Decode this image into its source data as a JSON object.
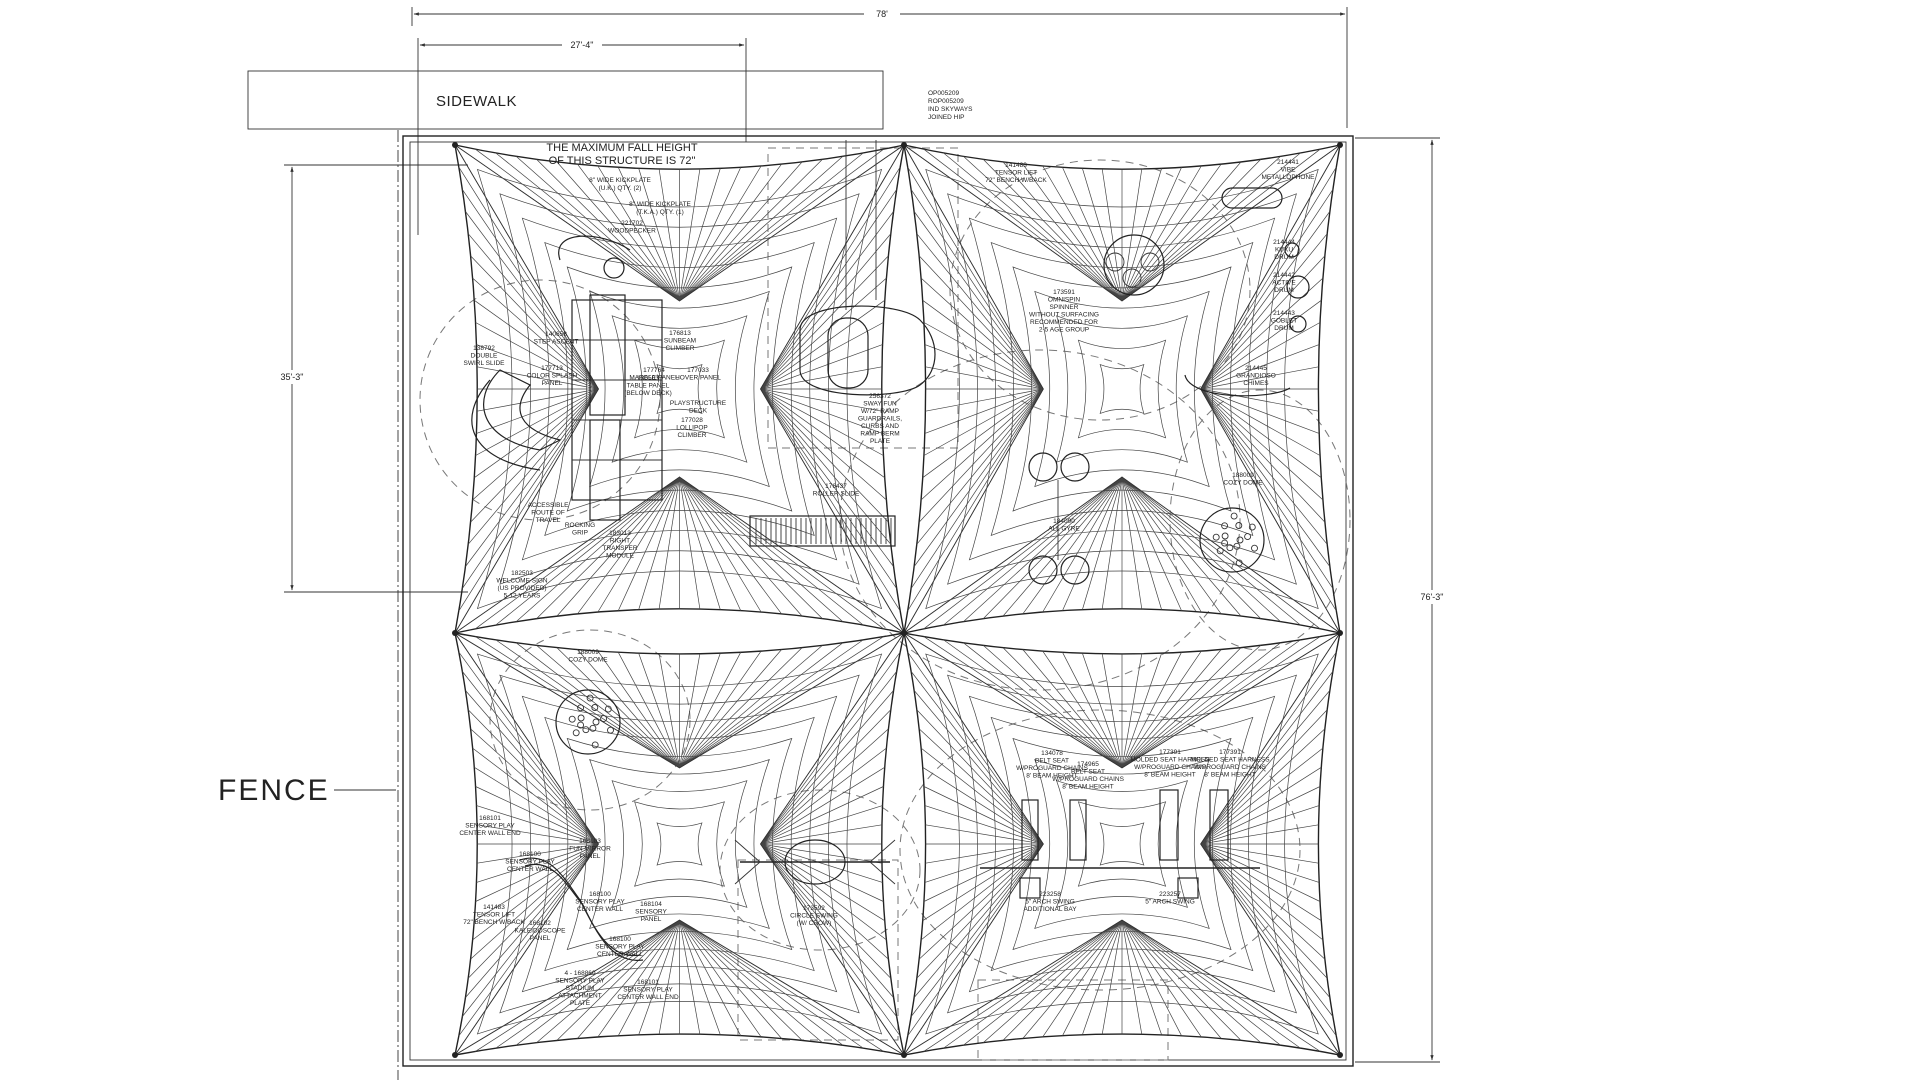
{
  "drawing": {
    "dimensions": {
      "overall_width": "78'",
      "partial_width": "27'-4\"",
      "partial_height": "35'-3\"",
      "overall_height": "76'-3\""
    },
    "sidewalk_label": "SIDEWALK",
    "fence_label": "FENCE",
    "title_block": [
      "OP005209",
      "ROP005209",
      "IND SKYWAYS",
      "JOINED HIP"
    ],
    "fall_height_note": [
      "THE MAXIMUM FALL HEIGHT",
      "OF THIS STRUCTURE IS 72\""
    ],
    "kickplate_notes": [
      [
        "8\" WIDE KICKPLATE",
        "(U.K.) QTY. (2)"
      ],
      [
        "8\" WIDE KICKPLATE",
        "(T.K.A.) QTY. (1)"
      ]
    ],
    "labels": {
      "q1": [
        [
          "221702",
          "WOODPECKER"
        ],
        [
          "138792",
          "DOUBLE",
          "SWIRL SLIDE"
        ],
        [
          "140658",
          "STEP ASCENT"
        ],
        [
          "177713",
          "COLOR SPLASH",
          "PANEL"
        ],
        [
          "176813",
          "SUNBEAM",
          "CLIMBER"
        ],
        [
          "177764",
          "MARBLE PANEL"
        ],
        [
          "130503",
          "TABLE PANEL",
          "(BELOW DECK)"
        ],
        [
          "177033",
          "HOVER PANEL"
        ],
        [
          "PLAYSTRUCTURE",
          "DECK"
        ],
        [
          "177028",
          "LOLLIPOP",
          "CLIMBER"
        ],
        [
          "ACCESSIBLE",
          "ROUTE OF",
          "TRAVEL"
        ],
        [
          "ROCKING",
          "GRIP"
        ],
        [
          "183013",
          "RIGHT",
          "TRANSFER",
          "MODULE"
        ],
        [
          "182503",
          "WELCOME SIGN",
          "(US PROVIDED)",
          "5-12 YEARS"
        ]
      ],
      "q2": [
        [
          "256372",
          "SWAY FUN",
          "W/72\" RAMP",
          "GUARDRAILS,",
          "CURBS AND",
          "RAMP BERM",
          "PLATE"
        ],
        [
          "176437",
          "ROLLER SLIDE"
        ]
      ],
      "q3": [
        [
          "141483",
          "TENSOR LIFT",
          "72\" BENCH W/BACK"
        ],
        [
          "214441",
          "VIBE",
          "METALLOPHONE"
        ],
        [
          "214444",
          "KUKU",
          "DRUM"
        ],
        [
          "214442",
          "ACTIVE",
          "DRUM"
        ],
        [
          "214443",
          "GOBLET",
          "DRUM"
        ],
        [
          "173591",
          "OMNISPIN",
          "SPINNER",
          "WITHOUT SURFACING",
          "RECOMMENDED FOR",
          "2-5 AGE GROUP"
        ],
        [
          "214445",
          "GRANDIOSO",
          "CHIMES"
        ],
        [
          "188009",
          "COZY DOME"
        ],
        [
          "184090",
          "ALL GYRE"
        ]
      ],
      "q4": [
        [
          "188009",
          "COZY DOME"
        ]
      ],
      "q5": [
        [
          "168101",
          "SENSORY PLAY",
          "CENTER WALL END"
        ],
        [
          "168103",
          "FUN MIRROR",
          "PANEL"
        ],
        [
          "168100",
          "SENSORY PLAY",
          "CENTER WALL"
        ],
        [
          "168100",
          "SENSORY PLAY",
          "CENTER WALL"
        ],
        [
          "141483",
          "TENSOR LIFT",
          "72\" BENCH W/BACK"
        ],
        [
          "168102",
          "KALEIDOSCOPE",
          "PANEL"
        ],
        [
          "168104",
          "SENSORY",
          "PANEL"
        ],
        [
          "168100",
          "SENSORY PLAY",
          "CENTER WALL"
        ],
        [
          "4 - 168860",
          "SENSORY PLAY",
          "STADIUM",
          "ATTACHMENT",
          "PLATE"
        ],
        [
          "168101",
          "SENSORY PLAY",
          "CENTER WALL END"
        ]
      ],
      "q6": [
        [
          "173592",
          "CIRCLE SWING",
          "(W/ CROW)"
        ]
      ],
      "q7": [
        [
          "134078",
          "BELT SEAT",
          "W/PROGUARD CHAINS",
          "8' BEAM HEIGHT"
        ],
        [
          "174965",
          "BELT SEAT",
          "W/PROGUARD CHAINS",
          "8' BEAM HEIGHT"
        ],
        [
          "177391",
          "MOLDED SEAT HARNESS",
          "W/PROGUARD CHAINS",
          "8' BEAM HEIGHT"
        ],
        [
          "177391",
          "MOLDED SEAT HARNESS",
          "W/PROGUARD CHAINS",
          "8' BEAM HEIGHT"
        ],
        [
          "223258",
          "5\" ARCH SWING",
          "ADDITIONAL BAY"
        ],
        [
          "223257",
          "5\" ARCH SWING"
        ]
      ]
    }
  }
}
